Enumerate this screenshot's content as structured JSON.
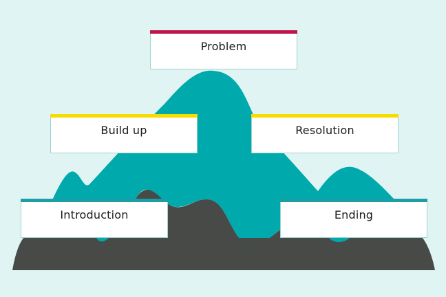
{
  "diagram": {
    "title": "Story structure mountain",
    "colors": {
      "background": "#e0f5f3",
      "mountain": "#00a9ac",
      "base": "#474a47",
      "problem_accent": "#c0154a",
      "middle_accent": "#f7dc00",
      "outer_accent": "#1b9fa5",
      "box_fill": "#ffffff"
    },
    "stages": [
      {
        "id": "problem",
        "label": "Problem",
        "accent": "#c0154a"
      },
      {
        "id": "buildup",
        "label": "Build up",
        "accent": "#f7dc00"
      },
      {
        "id": "resolution",
        "label": "Resolution",
        "accent": "#f7dc00"
      },
      {
        "id": "introduction",
        "label": "Introduction",
        "accent": "#1b9fa5"
      },
      {
        "id": "ending",
        "label": "Ending",
        "accent": "#1b9fa5"
      }
    ]
  }
}
